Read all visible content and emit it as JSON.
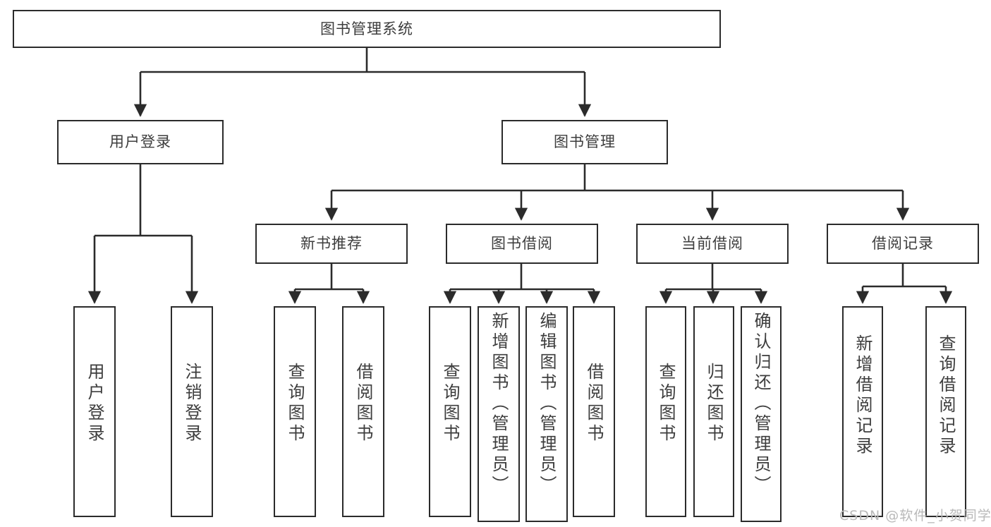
{
  "diagram": {
    "title": "图书管理系统",
    "type": "hierarchy-tree",
    "root": {
      "label": "图书管理系统"
    },
    "level2": [
      {
        "label": "用户登录"
      },
      {
        "label": "图书管理"
      }
    ],
    "level3": [
      {
        "label": "新书推荐"
      },
      {
        "label": "图书借阅"
      },
      {
        "label": "当前借阅"
      },
      {
        "label": "借阅记录"
      }
    ],
    "leaves": {
      "user_login": [
        {
          "label": "用户登录"
        },
        {
          "label": "注销登录"
        }
      ],
      "new_book_recommend": [
        {
          "label": "查询图书"
        },
        {
          "label": "借阅图书"
        }
      ],
      "book_borrow": [
        {
          "label": "查询图书"
        },
        {
          "label": "新增图书（管理员）"
        },
        {
          "label": "编辑图书（管理员）"
        },
        {
          "label": "借阅图书"
        }
      ],
      "current_borrow": [
        {
          "label": "查询图书"
        },
        {
          "label": "归还图书"
        },
        {
          "label": "确认归还（管理员）"
        }
      ],
      "borrow_record": [
        {
          "label": "新增借阅记录"
        },
        {
          "label": "查询借阅记录"
        }
      ]
    }
  },
  "watermark": {
    "text": "CSDN @软件_小贺同学"
  },
  "colors": {
    "stroke": "#2b2b2b",
    "text": "#3d3d3d",
    "background": "#ffffff",
    "watermark": "#b9b9b9"
  }
}
